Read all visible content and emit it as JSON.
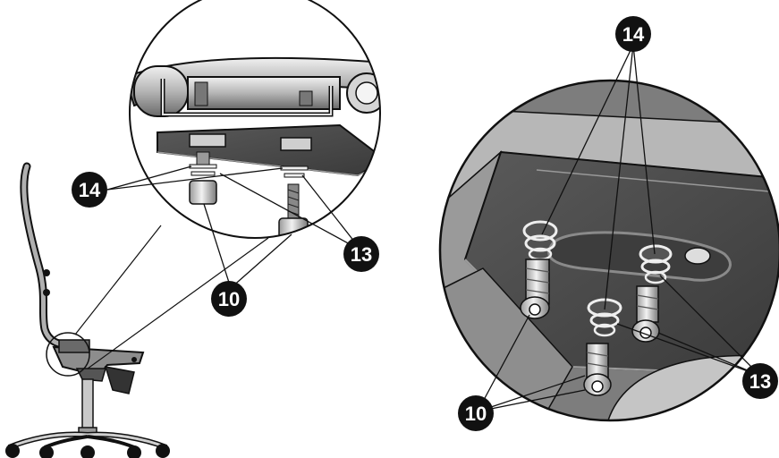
{
  "colors": {
    "ink": "#111111",
    "metal_light": "#dcdcdc",
    "metal_mid": "#a8a8a8",
    "metal_dark": "#5a5a5a",
    "plate_dark": "#474747",
    "callout_fill": "#111111",
    "callout_text": "#ffffff"
  },
  "callouts": {
    "left": {
      "washer": "14",
      "spring_washer": "13",
      "bolt": "10"
    },
    "right": {
      "washer": "14",
      "spring_washer": "13",
      "bolt": "10"
    }
  }
}
